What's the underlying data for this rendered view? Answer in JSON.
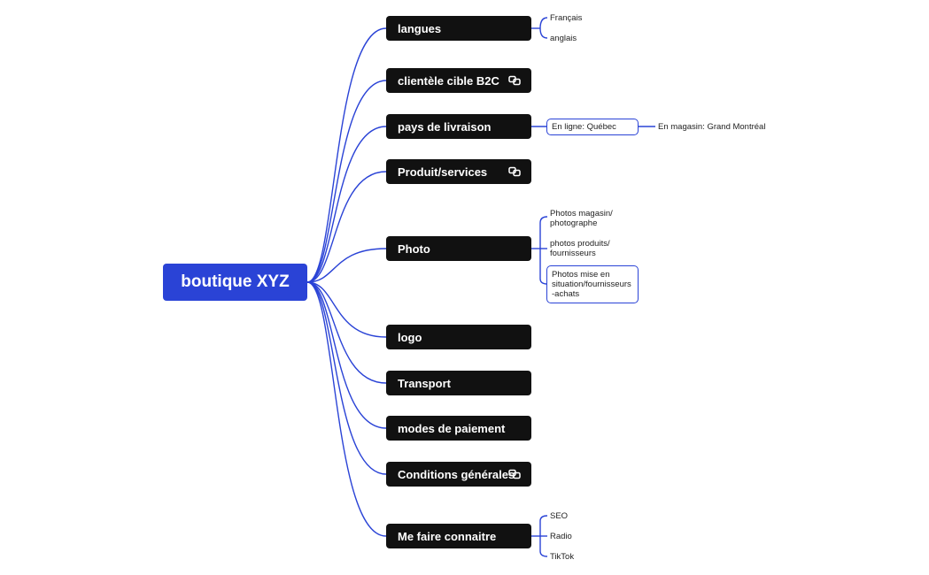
{
  "root": {
    "label": "boutique XYZ"
  },
  "branches": [
    {
      "label": "langues",
      "link": false,
      "children": [
        "Français",
        "anglais"
      ]
    },
    {
      "label": "clientèle cible B2C",
      "link": true,
      "children": []
    },
    {
      "label": "pays de livraison",
      "link": false,
      "children": [
        "En ligne: Québec"
      ],
      "grandchild": "En magasin: Grand Montréal"
    },
    {
      "label": "Produit/services",
      "link": true,
      "children": []
    },
    {
      "label": "Photo",
      "link": false,
      "children": [
        "Photos magasin/ photographe",
        "photos produits/ fournisseurs",
        "Photos mise en situation/fournisseurs -achats"
      ]
    },
    {
      "label": "logo",
      "link": false,
      "children": []
    },
    {
      "label": "Transport",
      "link": false,
      "children": []
    },
    {
      "label": "modes de paiement",
      "link": false,
      "children": []
    },
    {
      "label": "Conditions générales",
      "link": true,
      "children": []
    },
    {
      "label": "Me faire connaitre",
      "link": false,
      "children": [
        "SEO",
        "Radio",
        "TikTok"
      ]
    }
  ],
  "colors": {
    "connector": "#2a43d6",
    "root_bg": "#2a43d6",
    "branch_bg": "#111111"
  },
  "icons": {
    "link": "link-icon"
  }
}
